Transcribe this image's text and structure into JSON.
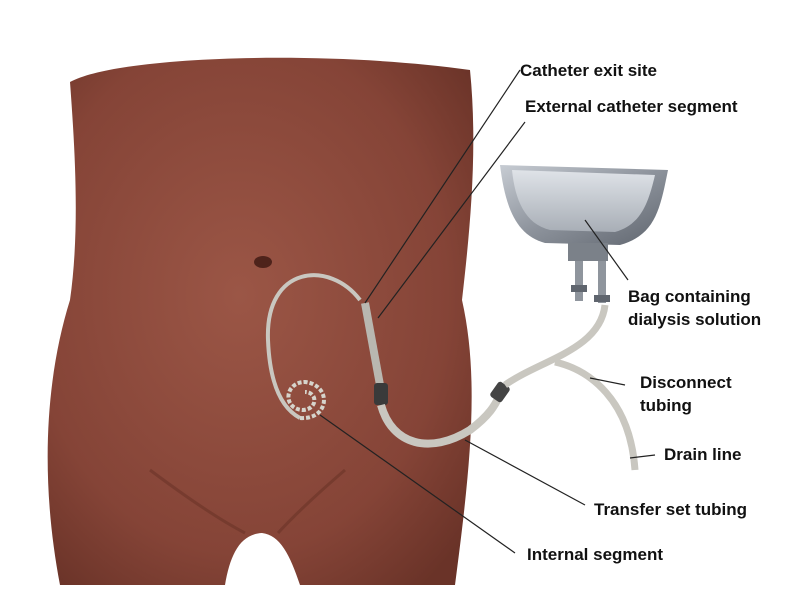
{
  "labels": {
    "exit_site": "Catheter exit site",
    "external_segment": "External catheter segment",
    "bag_line1": "Bag containing",
    "bag_line2": "dialysis solution",
    "disconnect_line1": "Disconnect",
    "disconnect_line2": "tubing",
    "drain_line": "Drain line",
    "transfer_set": "Transfer set tubing",
    "internal_segment": "Internal segment"
  },
  "colors": {
    "skin": "#8d4a3c",
    "skin_shadow": "#6a3328",
    "tubing": "#c9c7c0",
    "bag_metal": "#9ea3ab",
    "leader": "#222222",
    "label_text": "#111111"
  }
}
